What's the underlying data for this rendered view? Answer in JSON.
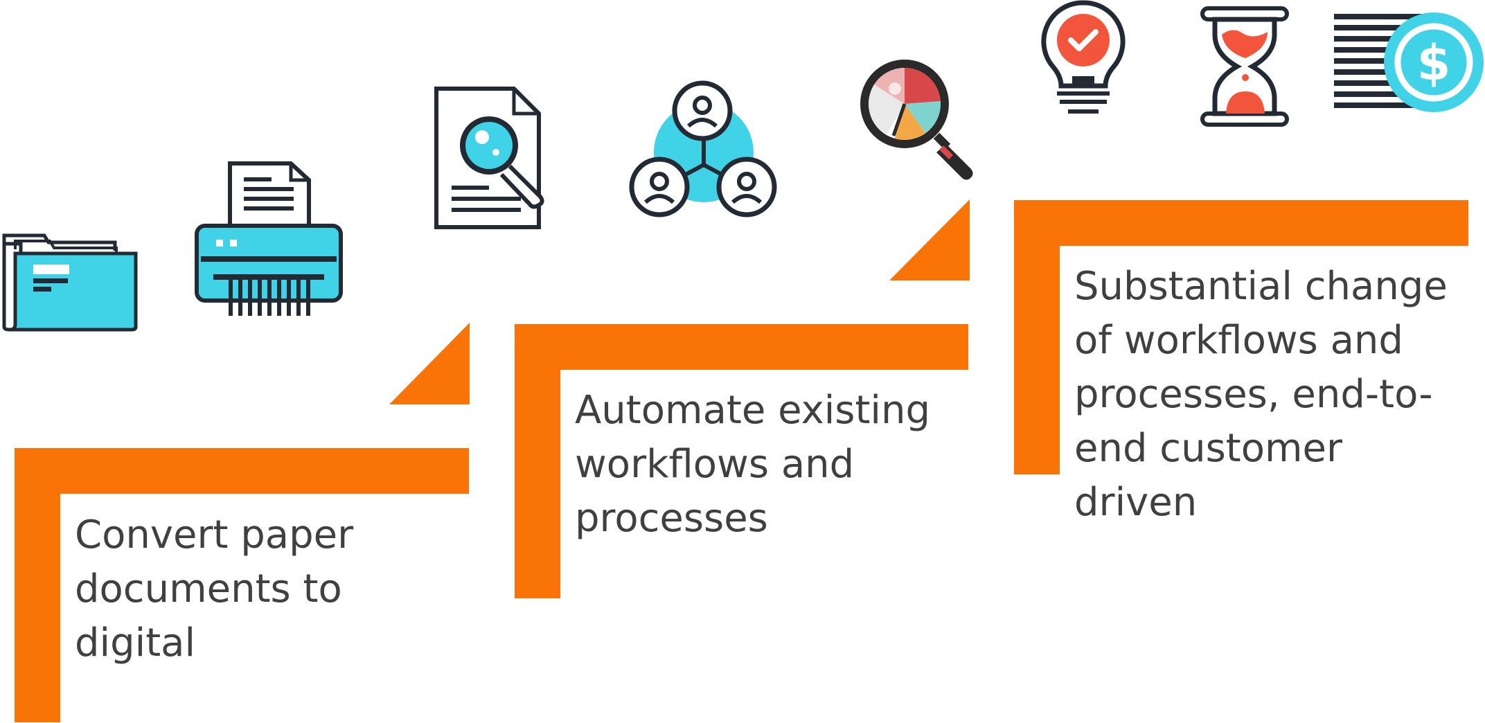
{
  "colors": {
    "accent_orange": "#F97306",
    "icon_cyan": "#40D2E6",
    "icon_outline": "#232A33",
    "icon_red": "#F2553B",
    "text_gray": "#404040"
  },
  "steps": [
    {
      "text": "Convert paper\ndocuments to\ndigital"
    },
    {
      "text": "Automate existing\nworkflows and\nprocesses"
    },
    {
      "text": "Substantial change\nof workflows and\nprocesses, end-to-\nend customer\ndriven"
    }
  ],
  "icons": [
    "folder-icon",
    "shredder-icon",
    "document-search-icon",
    "team-network-icon",
    "analytics-magnifier-icon",
    "lightbulb-check-icon",
    "hourglass-icon",
    "money-document-icon"
  ]
}
